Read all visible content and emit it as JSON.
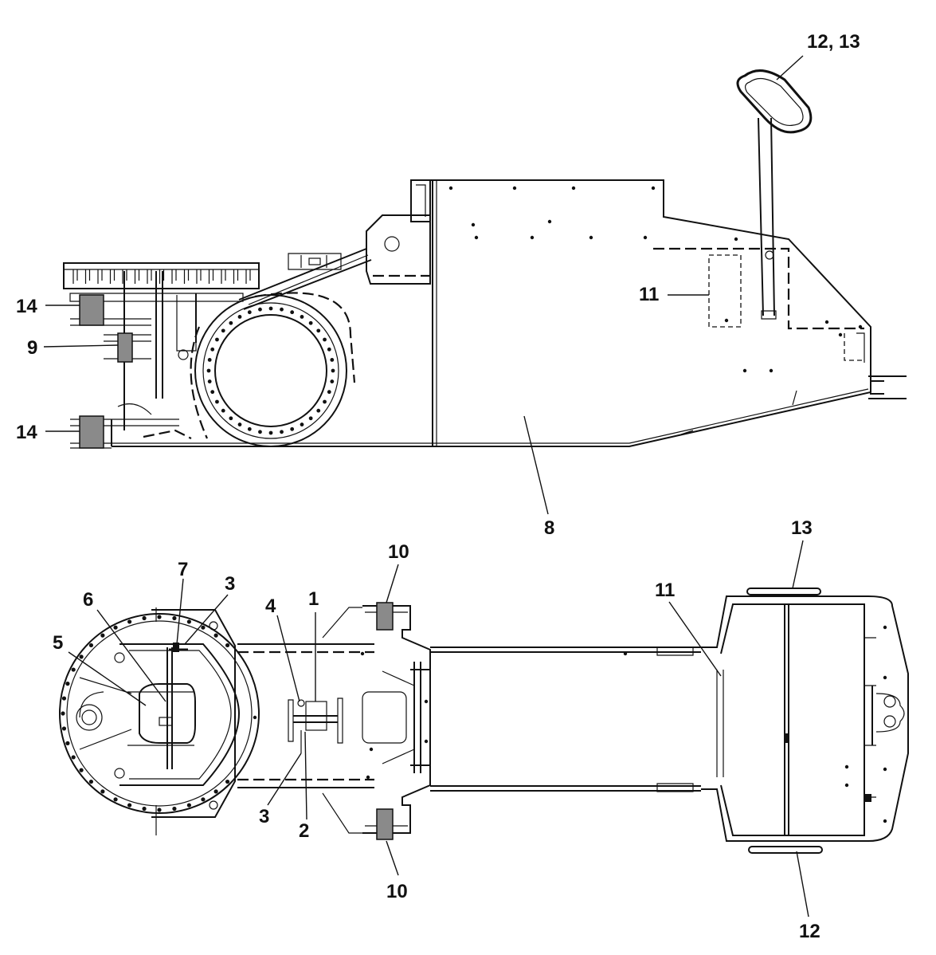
{
  "callouts": {
    "c_12_13": "12, 13",
    "c_11_top": "11",
    "c_14_top": "14",
    "c_9": "9",
    "c_14_bottom": "14",
    "c_8": "8",
    "c_13": "13",
    "c_10_top": "10",
    "c_11_bottom": "11",
    "c_1": "1",
    "c_3_top": "3",
    "c_7": "7",
    "c_4": "4",
    "c_6": "6",
    "c_5": "5",
    "c_3_bottom": "3",
    "c_2": "2",
    "c_10_bottom": "10",
    "c_12": "12"
  },
  "colors": {
    "line": "#111111",
    "marker_fill": "#8a8a8a",
    "background": "#ffffff"
  }
}
